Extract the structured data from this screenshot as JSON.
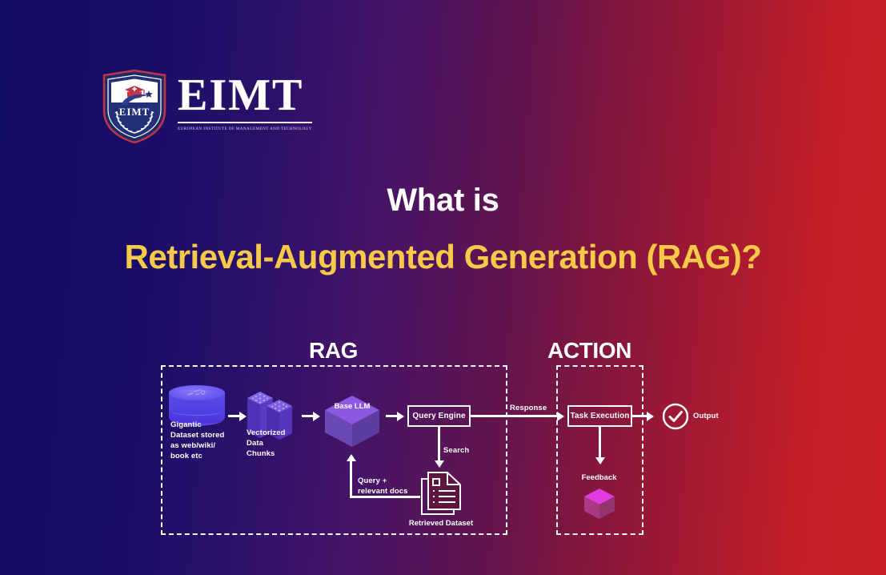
{
  "brand": {
    "logo_icon": "eimt-shield-icon",
    "wordmark": "EIMT",
    "shield_text": "EIMT",
    "subtitle": "EUROPEAN INSTITUTE OF MANAGEMENT AND TECHNOLOGY"
  },
  "headings": {
    "line1": "What is",
    "line2": "Retrieval-Augmented Generation (RAG)?"
  },
  "colors": {
    "background_start": "#130c64",
    "background_end": "#cc2027",
    "heading_accent": "#f7c948",
    "heading_primary": "#ffffff",
    "stroke": "#ffffff",
    "database": "#5b4bea",
    "chunks": "#5e3fcf",
    "llm_cube": "#7a4fd6",
    "feedback_cube": "#cf3fd0"
  },
  "diagram": {
    "sections": [
      {
        "id": "rag",
        "title": "RAG"
      },
      {
        "id": "action",
        "title": "ACTION"
      }
    ],
    "nodes": [
      {
        "id": "database",
        "label": "Gigantic\nDataset stored\nas web/wiki/\nbook etc",
        "shape": "cylinder"
      },
      {
        "id": "chunks",
        "label": "Vectorized\nData\nChunks",
        "shape": "blocks"
      },
      {
        "id": "base-llm",
        "label": "Base LLM",
        "shape": "cube"
      },
      {
        "id": "query-engine",
        "label": "Query Engine",
        "shape": "box"
      },
      {
        "id": "retrieved",
        "label": "Retrieved Dataset",
        "shape": "document"
      },
      {
        "id": "task-execution",
        "label": "Task Execution",
        "shape": "box"
      },
      {
        "id": "feedback",
        "label": "Feedback",
        "shape": "cube"
      },
      {
        "id": "output",
        "label": "Output",
        "shape": "check-circle"
      }
    ],
    "edge_labels": {
      "response": "Response",
      "search": "Search",
      "query_relevant_docs": "Query +\nrelevant docs"
    }
  }
}
